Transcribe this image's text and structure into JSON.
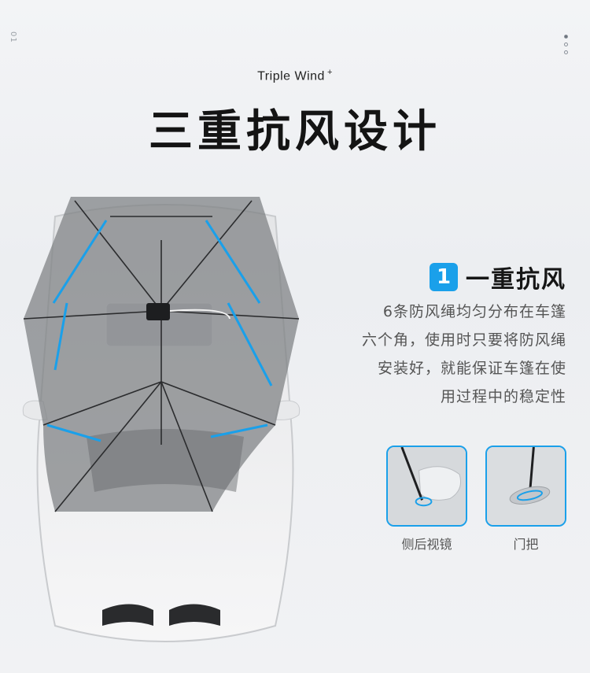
{
  "page_index": "01",
  "subtitle": {
    "text": "Triple Wind",
    "mark": "+"
  },
  "title": "三重抗风设计",
  "feature": {
    "number": "1",
    "title": "一重抗风",
    "description_lines": [
      "6条防风绳均匀分布在车篷",
      "六个角，使用时只要将防风绳",
      "安装好，就能保证车篷在使",
      "用过程中的稳定性"
    ]
  },
  "thumbnails": [
    {
      "label": "侧后视镜",
      "icon": "side-mirror"
    },
    {
      "label": "门把",
      "icon": "door-handle"
    }
  ],
  "colors": {
    "accent": "#1aa0ea",
    "title": "#141414",
    "body_text": "#555555",
    "tent": "#7d7f82"
  }
}
